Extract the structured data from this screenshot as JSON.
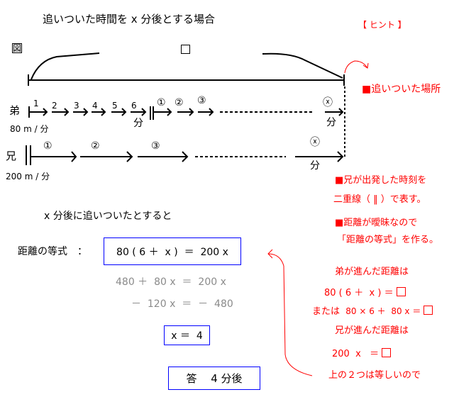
{
  "title": "追いついた時間を x 分後とする場合",
  "hint_label": "【 ヒント 】",
  "figure_label": "図",
  "diagram": {
    "catch_point_label": "■追いついた場所",
    "brother_young": {
      "name": "弟",
      "speed": "80 m / 分",
      "minute_labels": [
        "1",
        "2",
        "3",
        "4",
        "5",
        "6"
      ],
      "after_labels": [
        "①",
        "②",
        "③"
      ],
      "x_label": "ⓧ",
      "unit": "分"
    },
    "brother_old": {
      "name": "兄",
      "speed": "200 m / 分",
      "labels": [
        "①",
        "②",
        "③"
      ],
      "x_label": "ⓧ",
      "unit": "分"
    }
  },
  "hints": {
    "h1": "■兄が出発した時刻を",
    "h2": "二重線（ ‖ ）で表す。",
    "h3": "■距離が曖昧なので",
    "h4": "「距離の等式」を作る。",
    "h5": "弟が進んだ距離は",
    "h6": "80 ( 6 ＋  x ) ＝",
    "h7a": "または",
    "h7b": "80 × 6 ＋  80 x ＝",
    "h8": "兄が進んだ距離は",
    "h9": "200  x   ＝",
    "h10": "上の２つは等しいので"
  },
  "solution": {
    "assume": "x 分後に追いついたとすると",
    "eq_label": "距離の等式　：",
    "equation": "80 ( 6 ＋  x )  ＝  200 x",
    "step1": "480 ＋  80 x  ＝  200 x",
    "step2": "－  120 x  ＝  －  480",
    "result": "x ＝  4",
    "answer": "答　 4 分後"
  },
  "colors": {
    "hint": "#ff0000",
    "box": "#0000ff",
    "step": "#8a8a8a"
  }
}
